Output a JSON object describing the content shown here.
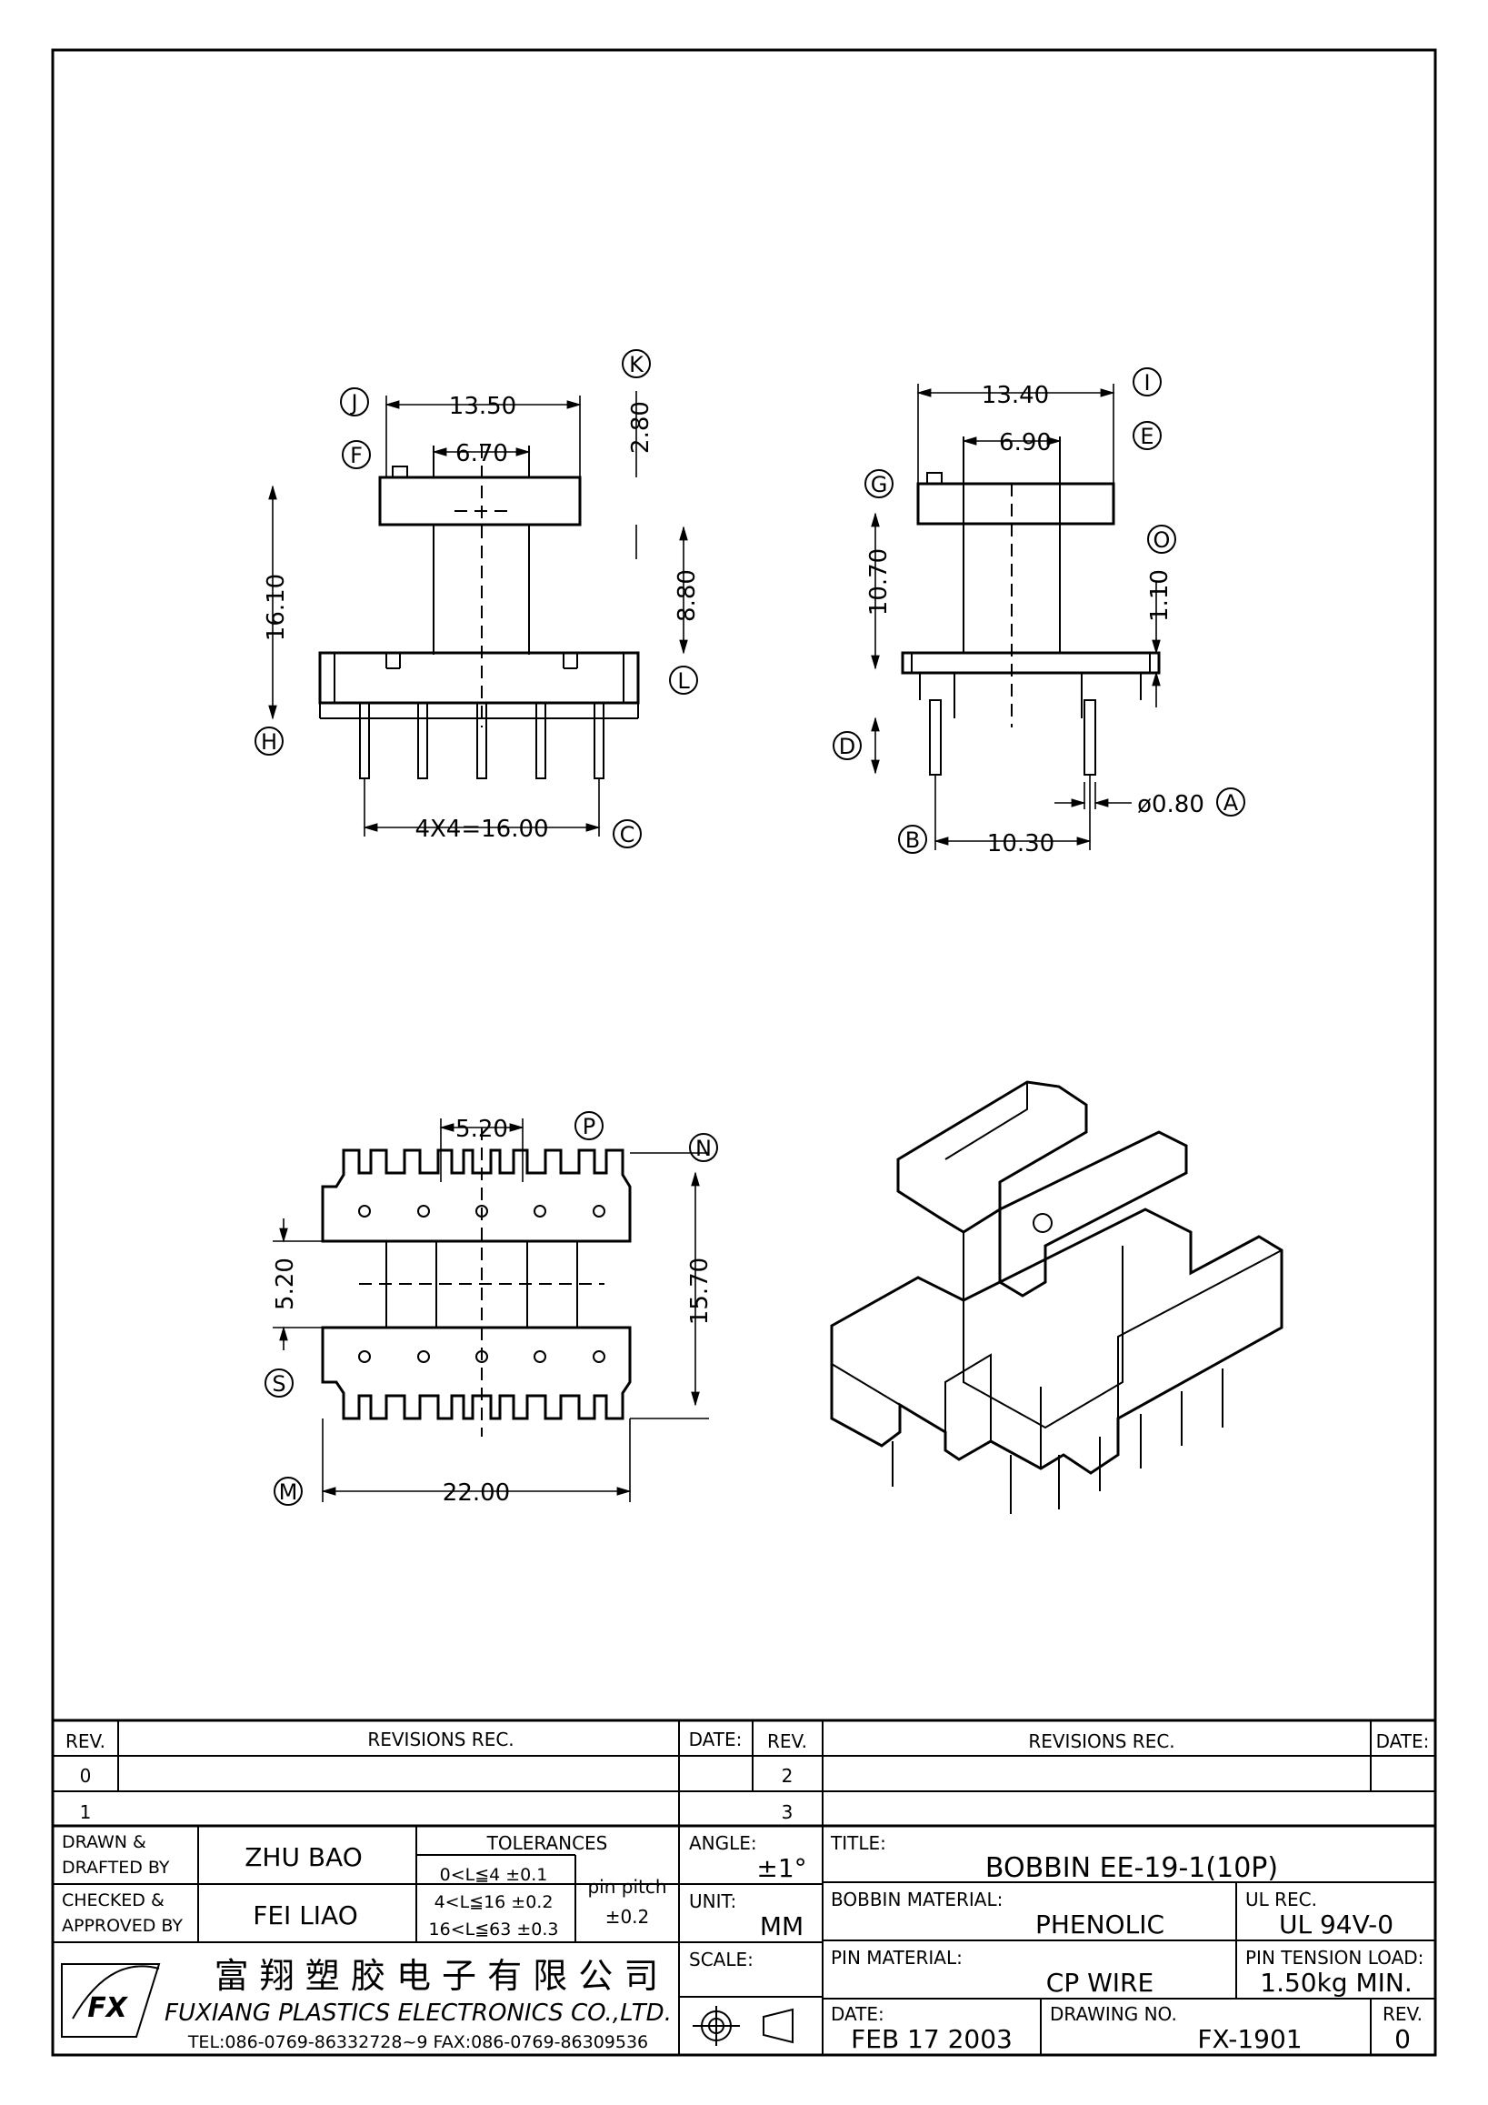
{
  "drawing": {
    "front_view": {
      "dims": {
        "width_top": "13.50",
        "core_width": "6.70",
        "top_flange": "2.80",
        "height_total": "16.10",
        "winding_height": "8.80",
        "pin_span": "4X4=16.00"
      },
      "markers": {
        "J": "J",
        "F": "F",
        "K": "K",
        "L": "L",
        "H": "H",
        "C": "C"
      }
    },
    "side_view": {
      "dims": {
        "width_top": "13.40",
        "core_width": "6.90",
        "height": "10.70",
        "base_thickness": "1.10",
        "pin_diameter": "ø0.80",
        "pin_spacing": "10.30"
      },
      "markers": {
        "I": "I",
        "E": "E",
        "G": "G",
        "O": "O",
        "D": "D",
        "A": "A",
        "B": "B"
      }
    },
    "top_view": {
      "dims": {
        "slot": "5.20",
        "length": "15.70",
        "gap": "5.20",
        "width": "22.00"
      },
      "markers": {
        "P": "P",
        "N": "N",
        "S": "S",
        "M": "M"
      }
    }
  },
  "title_block": {
    "rev_header": "REV.",
    "revisions_header": "REVISIONS   REC.",
    "date_header": "DATE:",
    "rev_rows_left": [
      "0",
      "1"
    ],
    "rev_rows_right": [
      "2",
      "3"
    ],
    "drawn_label": "DRAWN &\nDRAFTED BY",
    "drawn_by": "ZHU  BAO",
    "checked_label": "CHECKED &\nAPPROVED BY",
    "checked_by": "FEI  LIAO",
    "tolerances_label": "TOLERANCES",
    "tolerances": [
      "0<L≦4   ±0.1",
      "4<L≦16  ±0.2",
      "16<L≦63  ±0.3"
    ],
    "pin_pitch_label": "pin  pitch",
    "pin_pitch_value": "±0.2",
    "angle_label": "ANGLE:",
    "angle_value": "±1°",
    "unit_label": "UNIT:",
    "unit_value": "MM",
    "scale_label": "SCALE:",
    "title_label": "TITLE:",
    "title_value": "BOBBIN  EE-19-1(10P)",
    "bobbin_material_label": "BOBBIN  MATERIAL:",
    "bobbin_material_value": "PHENOLIC",
    "ul_rec_label": "UL  REC.",
    "ul_rec_value": "UL  94V-0",
    "pin_material_label": "PIN  MATERIAL:",
    "pin_material_value": "CP  WIRE",
    "pin_tension_label": "PIN  TENSION  LOAD:",
    "pin_tension_value": "1.50kg  MIN.",
    "date_label": "DATE:",
    "date_value": "FEB  17  2003",
    "drawing_no_label": "DRAWING  NO.",
    "drawing_no_value": "FX-1901",
    "rev_label": "REV.",
    "rev_value": "0",
    "company_cn": "富 翔 塑 胶 电 子 有 限 公 司",
    "company_en": "FUXIANG  PLASTICS  ELECTRONICS  CO.,LTD.",
    "contact": "TEL:086-0769-86332728~9  FAX:086-0769-86309536",
    "logo_text": "FX"
  }
}
